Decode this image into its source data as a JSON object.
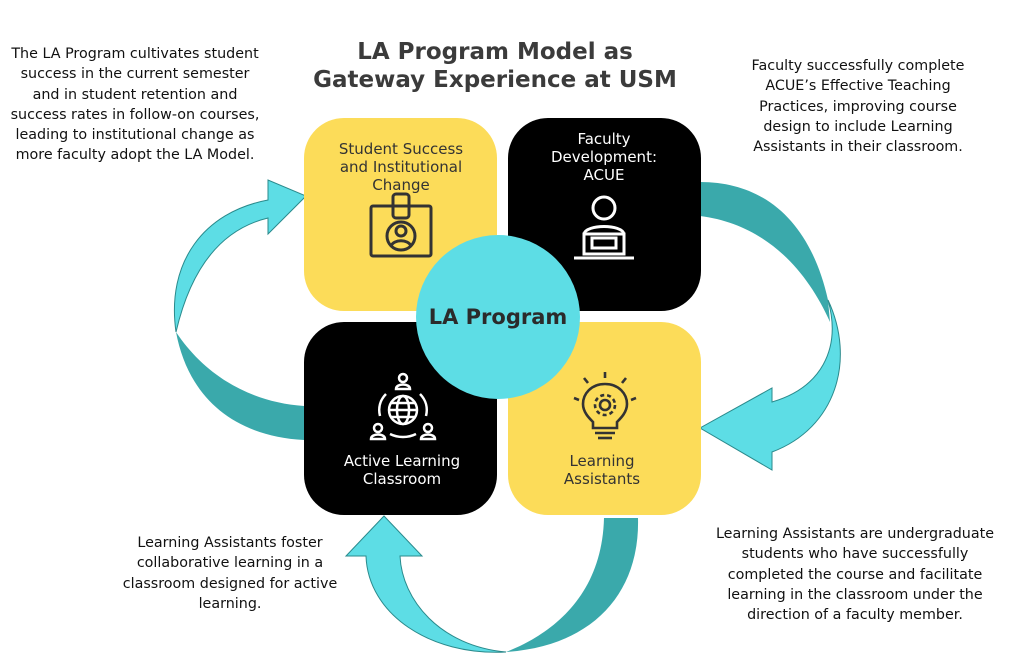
{
  "title": "LA Program Model as Gateway Experience at USM",
  "center": {
    "label": "LA Program"
  },
  "quadrants": {
    "top_left": {
      "label": "Student Success and Institutional Change",
      "icon": "id-badge-icon"
    },
    "top_right": {
      "label": "Faculty Development: ACUE",
      "icon": "person-at-laptop-icon"
    },
    "bottom_left": {
      "label": "Active Learning Classroom",
      "icon": "globe-people-network-icon"
    },
    "bottom_right": {
      "label": "Learning Assistants",
      "icon": "lightbulb-gear-icon"
    }
  },
  "notes": {
    "top_left": "The LA Program cultivates student success in the current semester and in student retention and success rates in follow-on courses, leading to institutional change as more faculty adopt the LA Model.",
    "top_right": "Faculty successfully complete ACUE’s Effective Teaching Practices, improving course design to include Learning Assistants in their classroom.",
    "bottom_left": "Learning Assistants foster collaborative learning in a classroom designed for active learning.",
    "bottom_right": "Learning Assistants are undergraduate students who have successfully completed the course and facilitate learning in the classroom under the direction of a faculty member."
  },
  "colors": {
    "yellow": "#fcdc59",
    "black": "#000000",
    "cyan": "#5ddde5",
    "arrow_light": "#5ddde5",
    "arrow_dark": "#3aa9ab"
  }
}
